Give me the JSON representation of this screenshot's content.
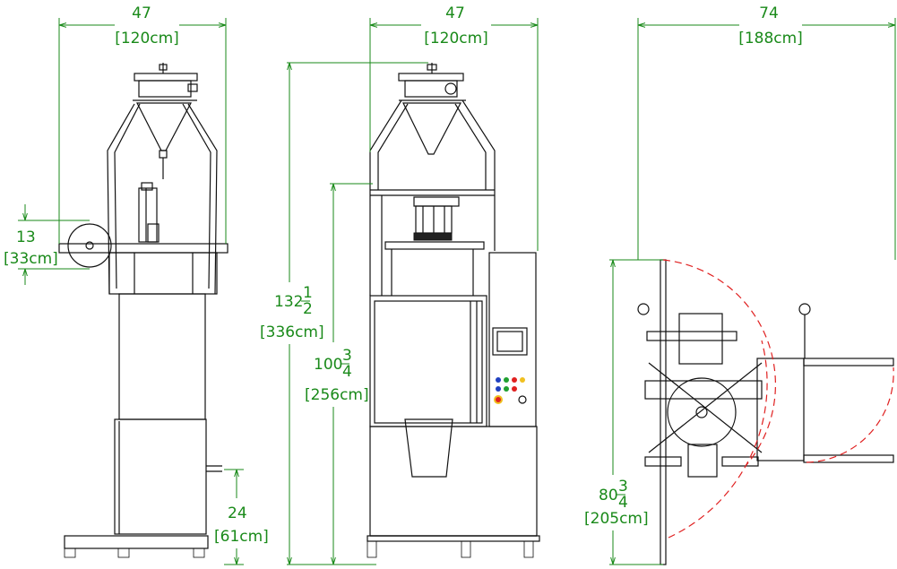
{
  "dimensions": {
    "side_width": {
      "in": "47",
      "cm": "[120cm]"
    },
    "front_width": {
      "in": "47",
      "cm": "[120cm]"
    },
    "plan_width": {
      "in": "74",
      "cm": "[188cm]"
    },
    "side_13": {
      "in": "13",
      "cm": "[33cm]"
    },
    "side_24": {
      "in": "24",
      "cm": "[61cm]"
    },
    "front_height": {
      "whole": "132",
      "num": "1",
      "den": "2",
      "cm": "[336cm]"
    },
    "front_inner": {
      "whole": "100",
      "num": "3",
      "den": "4",
      "cm": "[256cm]"
    },
    "plan_depth": {
      "whole": "80",
      "num": "3",
      "den": "4",
      "cm": "[205cm]"
    }
  },
  "colors": {
    "dimension": "#1a8a1a",
    "swing_arc": "#e02020",
    "machine": "#111111"
  }
}
